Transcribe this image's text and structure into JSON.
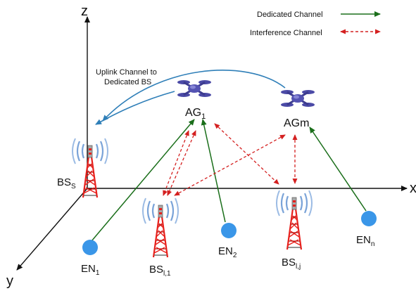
{
  "axes": {
    "z": "z",
    "x": "x",
    "y": "y"
  },
  "legend": {
    "dedicated": "Dedicated Channel",
    "interference": "Interference Channel"
  },
  "uplink_note": {
    "line1": "Uplink Channel to",
    "line2": "Dedicated BS"
  },
  "nodes": {
    "ag1": {
      "base": "AG",
      "sub": "1"
    },
    "agm": {
      "base": "AGm"
    },
    "bss": {
      "base": "BS",
      "sub": "S"
    },
    "bsl1": {
      "base": "BS",
      "sub": "l,1"
    },
    "bslj": {
      "base": "BS",
      "sub": "l,j"
    },
    "en1": {
      "base": "EN",
      "sub": "1"
    },
    "en2": {
      "base": "EN",
      "sub": "2"
    },
    "enn": {
      "base": "EN",
      "sub": "n"
    }
  },
  "icons": [
    "drone-icon",
    "tower-icon",
    "end-node-icon"
  ],
  "colors": {
    "dedicated": "#1a6e1a",
    "interference": "#d42020",
    "uplink": "#2f7fb8",
    "drone": "#4b4aa6",
    "tower": "#e8201c",
    "end_node": "#3a96e8",
    "signal": "#7aa3d8"
  }
}
